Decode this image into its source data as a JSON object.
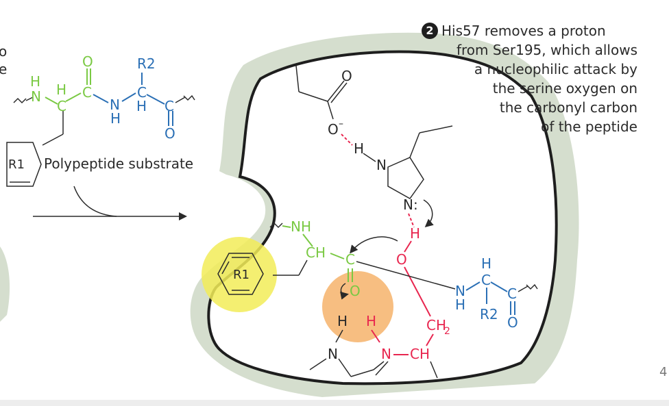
{
  "caption": {
    "step_number": "2",
    "lines": [
      "His57 removes a proton",
      "from Ser195, which allows",
      "a nucleophilic attack by",
      "the serine oxygen on",
      "the carbonyl carbon",
      "of the peptide"
    ]
  },
  "left_edge_text": [
    "o",
    "e"
  ],
  "substrate": {
    "label": "Polypeptide substrate",
    "r1": "R1",
    "r2": "R2",
    "atoms": {
      "H_nh": "H",
      "N": "N",
      "H_alpha": "H",
      "C_alpha": "C",
      "C_carbonyl": "C",
      "O_top": "O",
      "N2": "N",
      "H_n2": "H",
      "C2": "C",
      "H_c2": "H",
      "C3": "C",
      "O_bottom": "O"
    }
  },
  "active_site": {
    "asp": {
      "O_top": "O",
      "O_minus": "O",
      "charge": "–"
    },
    "his": {
      "H": "H",
      "N1": "N",
      "N2": "N:"
    },
    "ser": {
      "H": "H",
      "O": "O",
      "CH2": "CH",
      "CH2_sub": "2"
    },
    "backbone": {
      "N_left": "N",
      "H_left": "H",
      "H_right": "H",
      "N_right": "N",
      "CH": "CH"
    },
    "substrate_bound": {
      "NH": "NH",
      "CH": "CH",
      "C": "C",
      "O": "O",
      "r1": "R1",
      "N": "N",
      "H_n": "H",
      "H_c": "H",
      "C2": "C",
      "R2": "R2",
      "C3": "C",
      "O3": "O"
    }
  },
  "page_number": "4",
  "colors": {
    "green": "#7ac943",
    "blue": "#2a6fb5",
    "red": "#e8264f",
    "pocket": "#d5dece",
    "yellow": "#f2ec58",
    "orange": "#f6b36b",
    "ink": "#2a2a2a"
  }
}
